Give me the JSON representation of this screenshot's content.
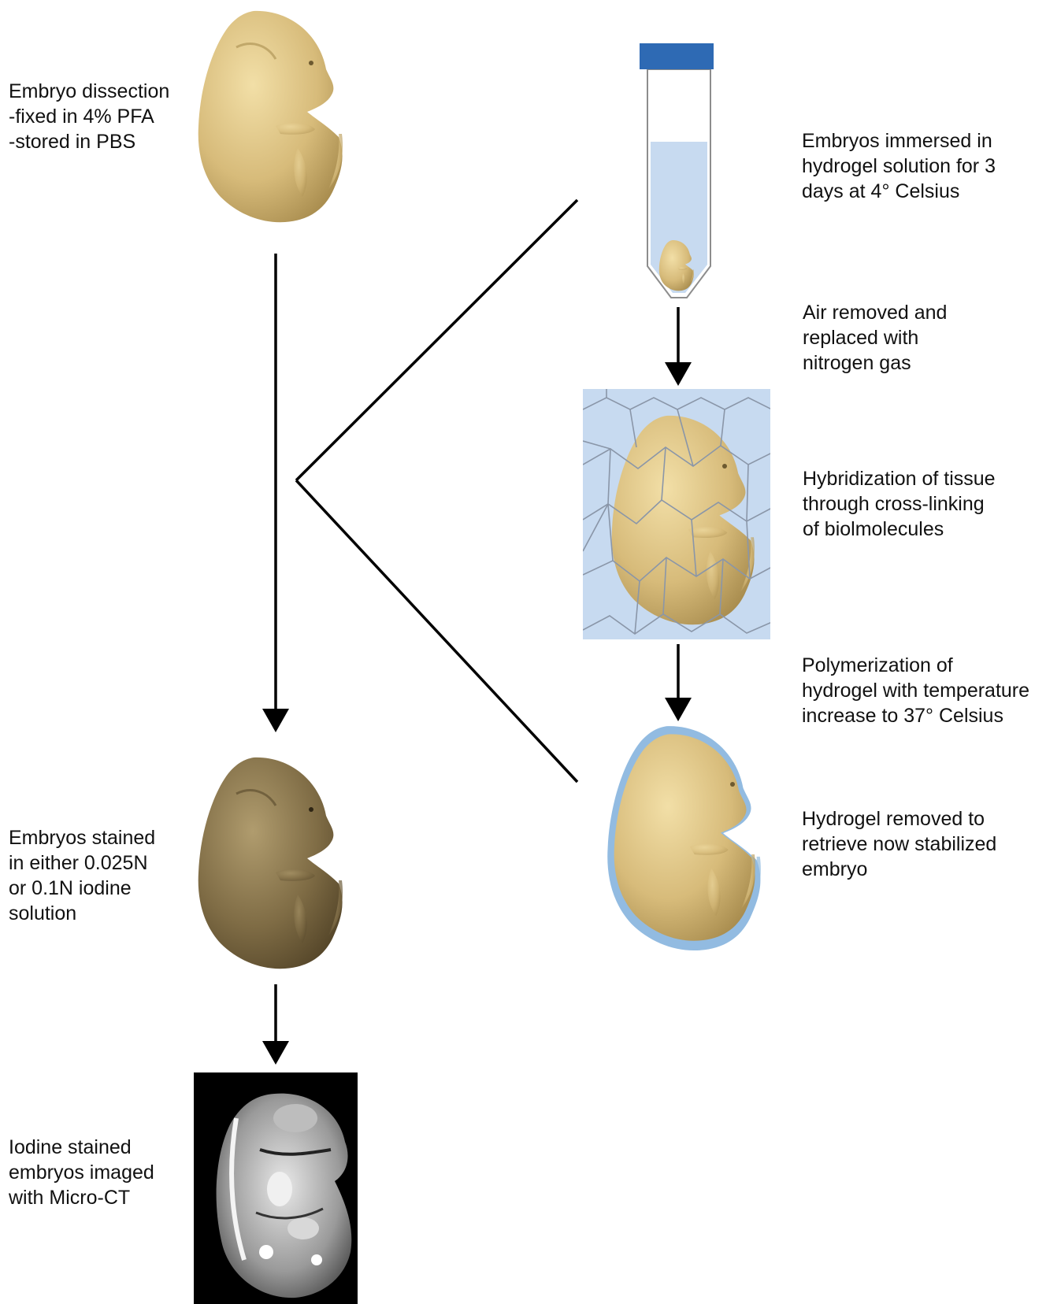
{
  "steps": {
    "dissection": [
      "Embryo dissection",
      "-fixed in 4% PFA",
      "-stored in PBS"
    ],
    "immersion": [
      "Embryos immersed in",
      "hydrogel solution for 3",
      "days at 4° Celsius"
    ],
    "air": [
      "Air removed and",
      "replaced with",
      "nitrogen gas"
    ],
    "hybridization": [
      "Hybridization of tissue",
      "through cross-linking",
      "of biolmolecules"
    ],
    "polymerization": [
      "Polymerization of",
      "hydrogel with temperature",
      "increase to 37° Celsius"
    ],
    "removal": [
      "Hydrogel removed to",
      "retrieve now stabilized",
      "embryo"
    ],
    "staining": [
      "Embryos stained",
      "in either 0.025N",
      "or 0.1N iodine",
      "solution"
    ],
    "imaging": [
      "Iodine stained",
      "embryos imaged",
      "with Micro-CT"
    ]
  },
  "colors": {
    "embryo_fixed": "#d7bb7a",
    "embryo_stained": "#7f6c45",
    "hydrogel_fill": "#c7daf0",
    "tube_cap": "#2e6ab4",
    "hydrogel_outline": "#7fb0dc",
    "mesh_line": "#8a96a8",
    "microct_background": "#000000",
    "arrows": "#000000"
  },
  "icons": {
    "embryo": "embryo-icon",
    "tube": "test-tube-icon",
    "mesh": "hydrogel-mesh-icon",
    "microct": "micro-ct-scan-icon"
  }
}
